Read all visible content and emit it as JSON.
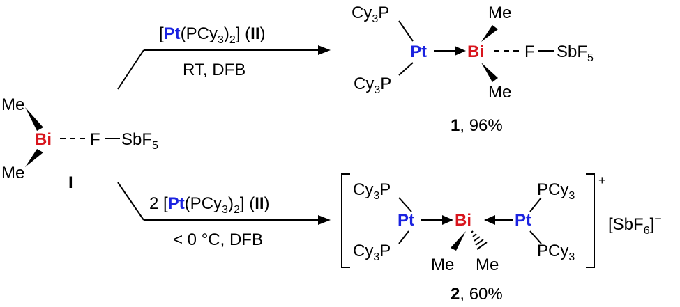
{
  "labels": {
    "cy3p": "Cy",
    "cy3_sub": "3",
    "p": "P",
    "pcy": "PCy",
    "me": "Me",
    "bi": "Bi",
    "pt": "Pt",
    "f": "F",
    "sbf": "SbF",
    "sbf_sub": "5",
    "pcy3_bracket_open": "[",
    "pcy3_paren": "(PCy",
    "pcy3_paren_close": ")",
    "pcy3_sub2": "2",
    "pcy3_bracket_close": "]",
    "ii_open": "(",
    "ii": "II",
    "ii_close": ")",
    "two": "2"
  },
  "starting_material": {
    "label": "I"
  },
  "reaction_top": {
    "reagent_prefix": "",
    "conditions": "RT, DFB"
  },
  "reaction_bottom": {
    "reagent_prefix": "2 ",
    "conditions": "< 0 °C, DFB"
  },
  "product_1": {
    "number": "1",
    "yield": ", 96%"
  },
  "product_2": {
    "number": "2",
    "yield": ", 60%",
    "charge": "+",
    "counterion_open": "[SbF",
    "counterion_sub": "6",
    "counterion_close": "]",
    "counterion_charge": "−"
  },
  "colors": {
    "bismuth": "#d8141c",
    "platinum": "#1a22e0",
    "ink": "#000000"
  }
}
